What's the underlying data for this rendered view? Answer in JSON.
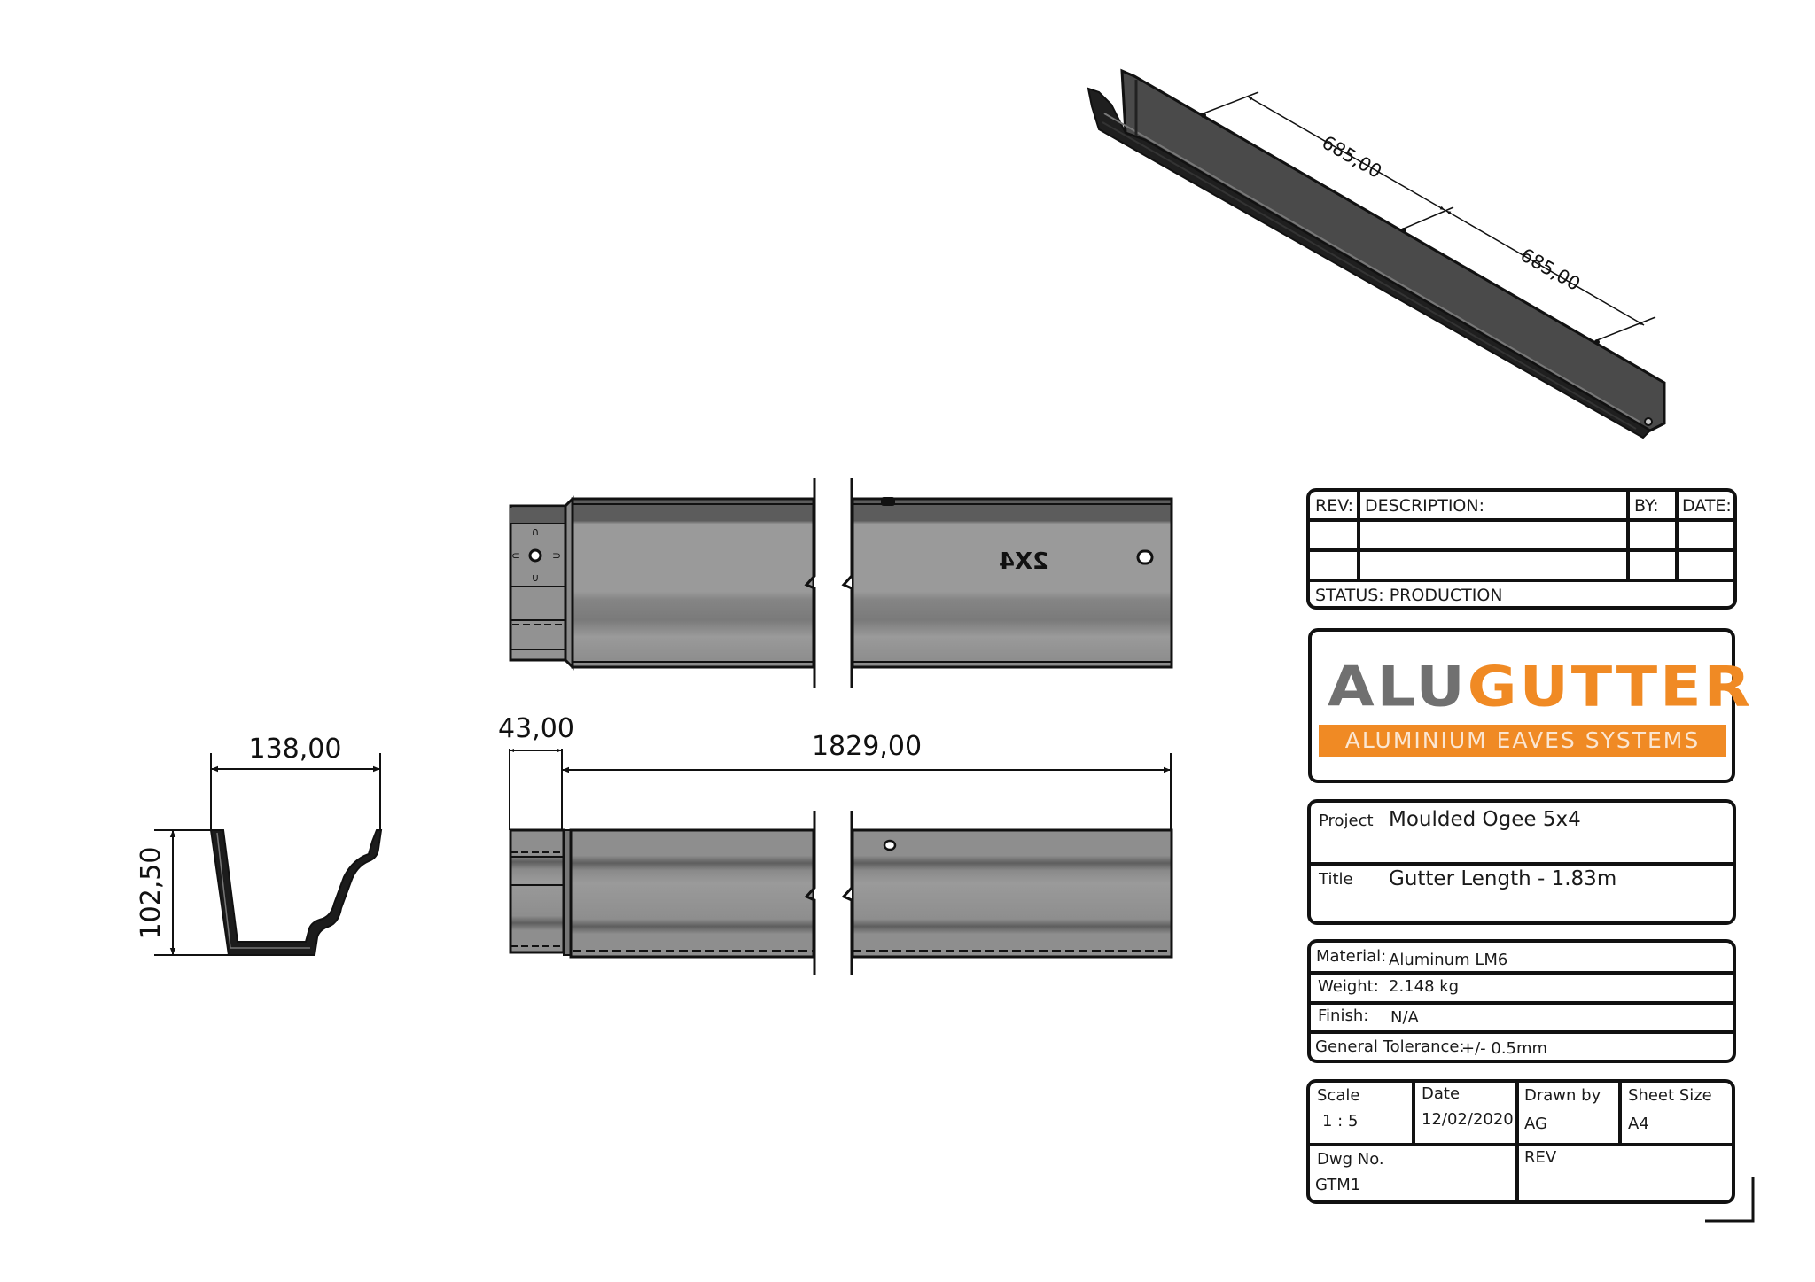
{
  "drawing": {
    "colors": {
      "metal_face": "#8e8e8e",
      "metal_dark": "#5a5a5a",
      "metal_iso": "#4a4a4a",
      "line": "#111111",
      "brand_orange": "#f08a24",
      "brand_grey": "#707070"
    },
    "section_view": {
      "width_dim": "138,00",
      "height_dim": "102,50"
    },
    "plan_view": {
      "emboss_text": "2X4"
    },
    "front_view": {
      "socket_dim": "43,00",
      "length_dim": "1829,00"
    },
    "isometric_view": {
      "dims": [
        "685,00",
        "685,00"
      ]
    }
  },
  "title_block": {
    "revision_table": {
      "headers": [
        "REV:",
        "DESCRIPTION:",
        "BY:",
        "DATE:"
      ],
      "rows": [
        [
          "",
          "",
          "",
          ""
        ],
        [
          "",
          "",
          "",
          ""
        ]
      ],
      "status": "STATUS: PRODUCTION"
    },
    "logo": {
      "word_part1": "ALU",
      "word_part2": "GUTTER",
      "tagline": "ALUMINIUM EAVES SYSTEMS"
    },
    "project": {
      "project_label": "Project",
      "project_value": "Moulded Ogee 5x4",
      "title_label": "Title",
      "title_value": "Gutter Length - 1.83m"
    },
    "specs": {
      "material_label": "Material:",
      "material_value": "Aluminum LM6",
      "weight_label": "Weight:",
      "weight_value": "2.148 kg",
      "finish_label": "Finish:",
      "finish_value": "N/A",
      "tolerance_label": "General Tolerance:",
      "tolerance_value": "+/- 0.5mm"
    },
    "info": {
      "scale_label": "Scale",
      "scale_value": "1 : 5",
      "date_label": "Date",
      "date_value": "12/02/2020",
      "drawn_by_label": "Drawn by",
      "drawn_by_value": "AG",
      "sheet_size_label": "Sheet Size",
      "sheet_size_value": "A4",
      "dwg_no_label": "Dwg No.",
      "dwg_no_value": "GTM1",
      "rev_label": "REV",
      "rev_value": ""
    }
  }
}
